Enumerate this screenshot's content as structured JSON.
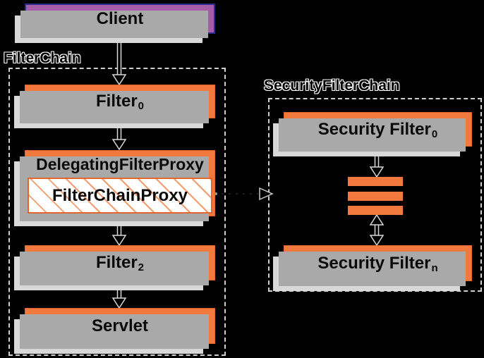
{
  "diagram": {
    "labels": {
      "filter_chain": "FilterChain",
      "security_filter_chain": "SecurityFilterChain"
    },
    "nodes": {
      "client": {
        "label": "Client"
      },
      "filter0": {
        "label": "Filter",
        "sub": "0"
      },
      "delegating_filter_proxy": {
        "label": "DelegatingFilterProxy"
      },
      "filter_chain_proxy": {
        "label": "FilterChainProxy"
      },
      "filter2": {
        "label": "Filter",
        "sub": "2"
      },
      "servlet": {
        "label": "Servlet"
      },
      "security_filter_0": {
        "label": "Security Filter",
        "sub": "0"
      },
      "security_filter_n": {
        "label": "Security Filter",
        "sub": "n"
      }
    },
    "ellipsis_bar_count": 3,
    "icons": {
      "flow_arrow": "double-arrow-icon",
      "chain_link": "arrow-right-icon"
    },
    "colors": {
      "background": "#000000",
      "box_orange": "#F2793D",
      "orange_border": "#E2662C",
      "box_purple": "#A75CA9",
      "purple_border": "#2B2F8A",
      "shadow_medium": "#A9A9A9",
      "shadow_light": "#D8D8D8",
      "hatch_orange": "#F39C6E",
      "dashed_border": "#CFCFCF",
      "text": "#000000",
      "label_outline": "#FFFFFF"
    }
  }
}
